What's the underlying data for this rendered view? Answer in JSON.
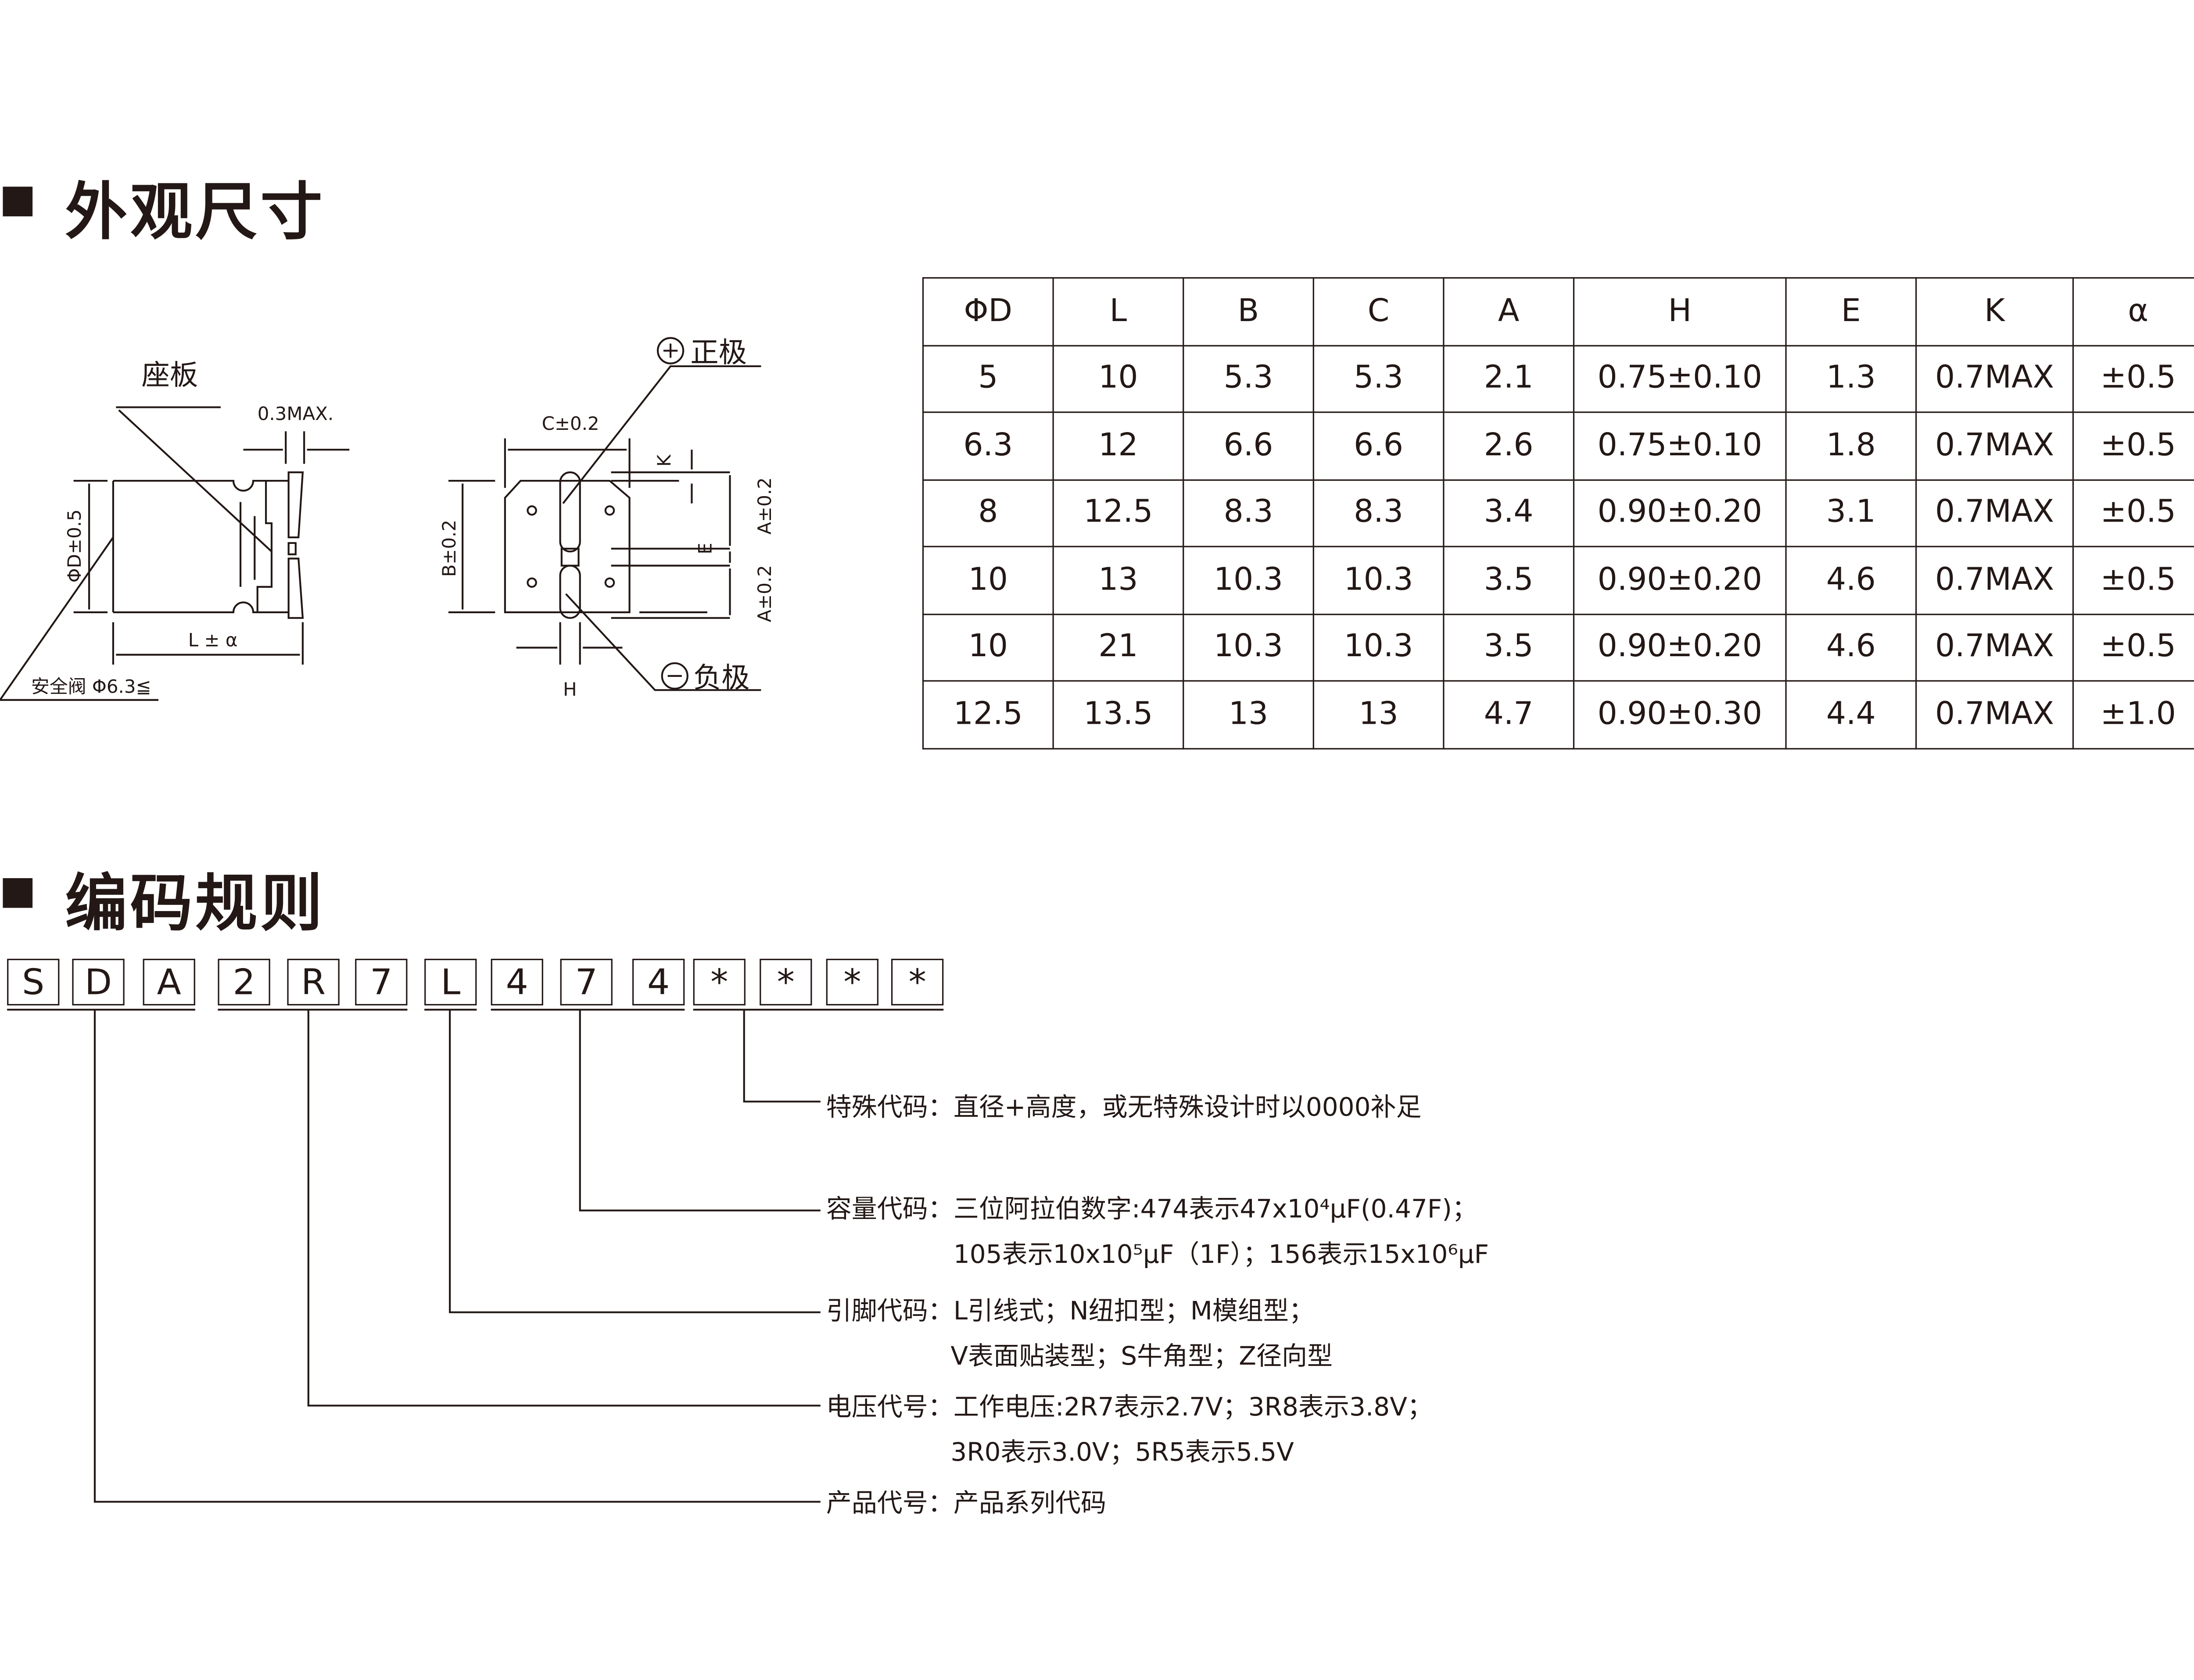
{
  "section1": {
    "title": "外观尺寸"
  },
  "drawing": {
    "seat_plate": "座板",
    "max_gap": "0.3MAX.",
    "diameter": "ΦD±0.5",
    "length": "L ± α",
    "safety_valve": "安全阀  Φ6.3≦",
    "positive": "正极",
    "negative": "负极",
    "c_dim": "C±0.2",
    "b_dim": "B±0.2",
    "k_dim": "K",
    "e_dim": "E",
    "a_dim_top": "A±0.2",
    "a_dim_bottom": "A±0.2",
    "h_dim": "H"
  },
  "table": {
    "headers": [
      "ΦD",
      "L",
      "B",
      "C",
      "A",
      "H",
      "E",
      "K",
      "α"
    ],
    "rows": [
      [
        "5",
        "10",
        "5.3",
        "5.3",
        "2.1",
        "0.75±0.10",
        "1.3",
        "0.7MAX",
        "±0.5"
      ],
      [
        "6.3",
        "12",
        "6.6",
        "6.6",
        "2.6",
        "0.75±0.10",
        "1.8",
        "0.7MAX",
        "±0.5"
      ],
      [
        "8",
        "12.5",
        "8.3",
        "8.3",
        "3.4",
        "0.90±0.20",
        "3.1",
        "0.7MAX",
        "±0.5"
      ],
      [
        "10",
        "13",
        "10.3",
        "10.3",
        "3.5",
        "0.90±0.20",
        "4.6",
        "0.7MAX",
        "±0.5"
      ],
      [
        "10",
        "21",
        "10.3",
        "10.3",
        "3.5",
        "0.90±0.20",
        "4.6",
        "0.7MAX",
        "±0.5"
      ],
      [
        "12.5",
        "13.5",
        "13",
        "13",
        "4.7",
        "0.90±0.30",
        "4.4",
        "0.7MAX",
        "±1.0"
      ]
    ]
  },
  "section2": {
    "title": "编码规则"
  },
  "code": [
    "S",
    "D",
    "A",
    "2",
    "R",
    "7",
    "L",
    "4",
    "7",
    "4",
    "*",
    "*",
    "*",
    "*"
  ],
  "legend": [
    "特殊代码：直径+高度，或无特殊设计时以0000补足",
    "容量代码：三位阿拉伯数字:474表示47x10⁴μF(0.47F)；",
    "105表示10x10⁵μF（1F）；156表示15x10⁶μF",
    "引脚代码：L引线式；N纽扣型；M模组型；",
    "V表面贴装型；S牛角型；Z径向型",
    "电压代号：工作电压:2R7表示2.7V；3R8表示3.8V；",
    "3R0表示3.0V；5R5表示5.5V",
    "产品代号：产品系列代码"
  ]
}
